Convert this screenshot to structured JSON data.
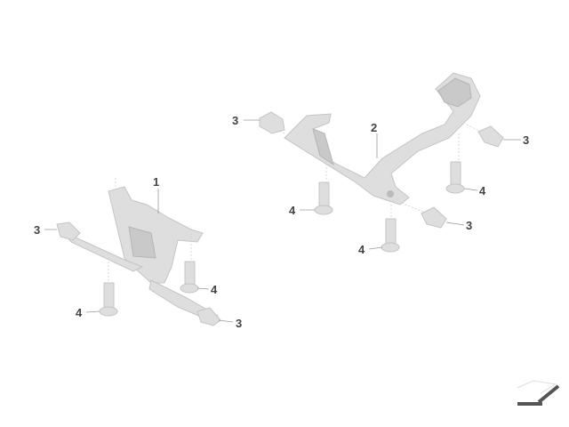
{
  "callouts": [
    {
      "id": "bracket-1",
      "label": "1"
    },
    {
      "id": "bracket-2",
      "label": "2"
    },
    {
      "id": "clip-nut",
      "label": "3"
    },
    {
      "id": "bolt",
      "label": "4"
    }
  ],
  "labels": {
    "c1": "1",
    "c2": "2",
    "c3a": "3",
    "c3b": "3",
    "c3c": "3",
    "c3d": "3",
    "c3e": "3",
    "c4a": "4",
    "c4b": "4",
    "c4c": "4",
    "c4d": "4",
    "c4e": "4"
  },
  "colors": {
    "part": "#dedede",
    "label": "#444444",
    "icon": "#555555"
  },
  "icons": {
    "orientation": "parts-view-orientation-icon"
  }
}
